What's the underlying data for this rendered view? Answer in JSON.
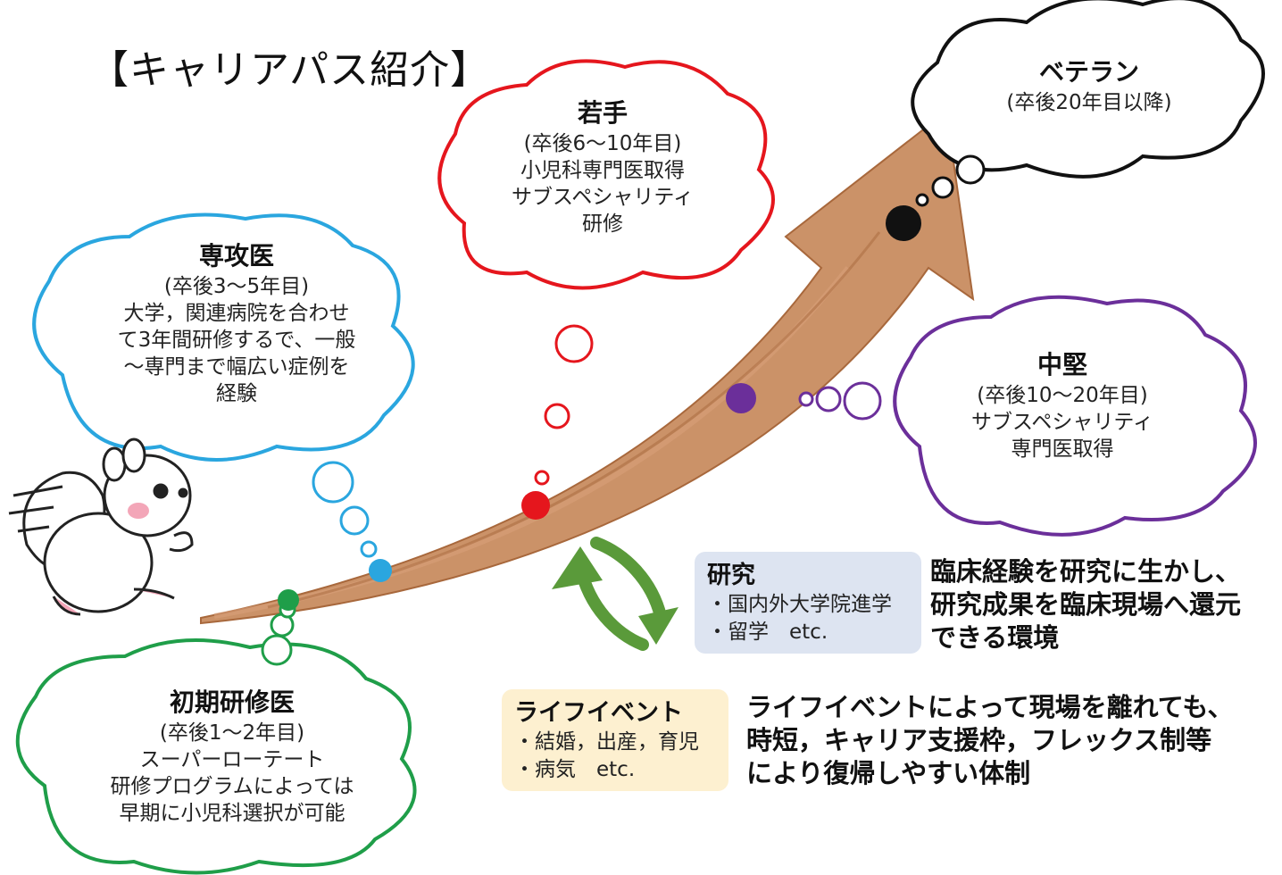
{
  "title": "【キャリアパス紹介】",
  "stages": {
    "shoki": {
      "heading": "初期研修医",
      "lines": [
        "(卒後1～2年目)",
        "スーパーローテート",
        "研修プログラムによっては",
        "早期に小児科選択が可能"
      ],
      "color": "#1f9e49"
    },
    "senko": {
      "heading": "専攻医",
      "lines": [
        "(卒後3～5年目)",
        "大学，関連病院を合わせ",
        "て3年間研修するで、一般",
        "～専門まで幅広い症例を",
        "経験"
      ],
      "color": "#2aa6df"
    },
    "wakate": {
      "heading": "若手",
      "lines": [
        "(卒後6～10年目)",
        "小児科専門医取得",
        "サブスペシャリティ",
        "研修"
      ],
      "color": "#e5161d"
    },
    "chuken": {
      "heading": "中堅",
      "lines": [
        "(卒後10～20年目)",
        "サブスペシャリティ",
        "専門医取得"
      ],
      "color": "#6b2f9a"
    },
    "veteran": {
      "heading": "ベテラン",
      "lines": [
        "(卒後20年目以降)"
      ],
      "color": "#111111"
    }
  },
  "research": {
    "heading": "研究",
    "items": [
      "・国内外大学院進学",
      "・留学　etc."
    ],
    "description": [
      "臨床経験を研究に生かし、",
      "研究成果を臨床現場へ還元",
      "できる環境"
    ],
    "box_color": "#dde4f1"
  },
  "life_event": {
    "heading": "ライフイベント",
    "items": [
      "・結婚，出産，育児",
      "・病気　etc."
    ],
    "description": [
      "ライフイベントによって現場を離れても、",
      "時短，キャリア支援枠，フレックス制等",
      "により復帰しやすい体制"
    ],
    "box_color": "#fdf0d0"
  },
  "colors": {
    "arrow": "#c27f4e",
    "cycle_arrow": "#5a9a3a"
  },
  "icons": [
    "squirrel-mascot",
    "cycle-arrows-icon"
  ]
}
